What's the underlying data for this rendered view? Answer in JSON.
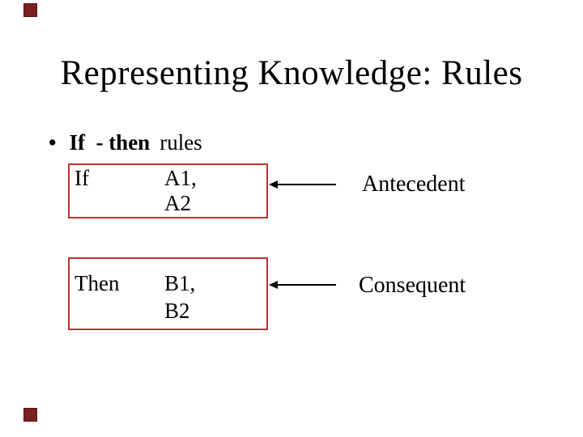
{
  "slide": {
    "title": "Representing Knowledge: Rules",
    "bullet": {
      "marker": "•",
      "bold_part": "If  - then",
      "regular_part": "rules"
    },
    "rule_boxes": [
      {
        "keyword": "If",
        "lines": [
          "A1,",
          "A2"
        ],
        "label": "Antecedent"
      },
      {
        "keyword": "Then",
        "lines": [
          "B1,",
          "B2"
        ],
        "label": "Consequent"
      }
    ],
    "colors": {
      "background": "#ffffff",
      "text": "#000000",
      "box_border": "#b93434",
      "corner_square": "#7a1f1f",
      "arrow": "#000000"
    }
  }
}
